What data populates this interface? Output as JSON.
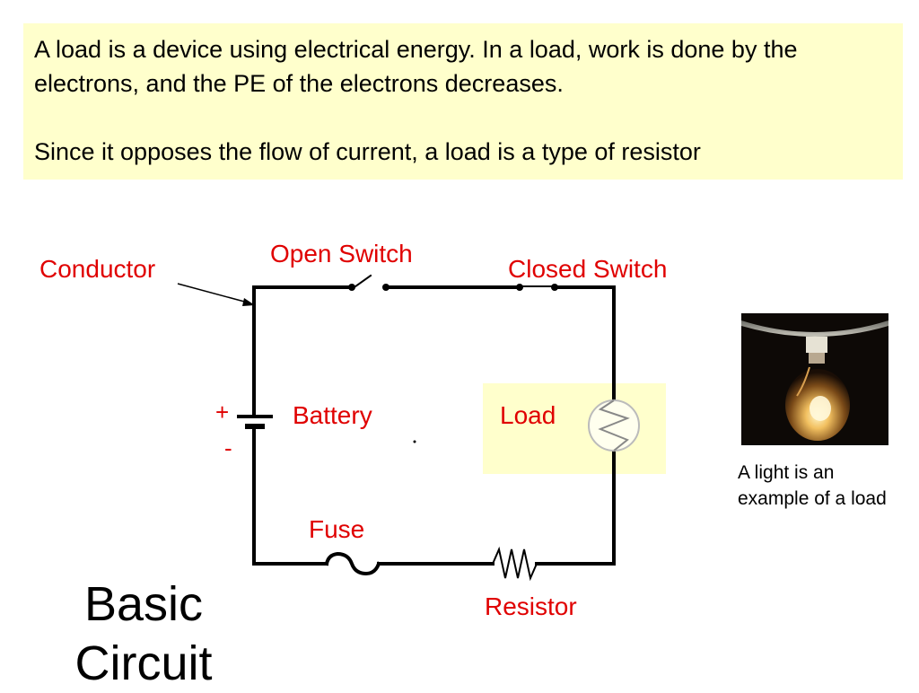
{
  "note": {
    "line1": "A load is a device using electrical energy.  In a load, work is done by the electrons, and the PE of the electrons decreases.",
    "line2": "Since it opposes the flow of current, a load is a type of resistor"
  },
  "labels": {
    "conductor": "Conductor",
    "open_switch": "Open Switch",
    "closed_switch": "Closed Switch",
    "battery": "Battery",
    "load": "Load",
    "fuse": "Fuse",
    "resistor": "Resistor",
    "plus": "+",
    "minus": "-"
  },
  "caption": "A light is an example of a load",
  "title": "Basic Circuit",
  "colors": {
    "label": "#e00000",
    "highlight": "#ffffcc",
    "wire": "#000000"
  }
}
